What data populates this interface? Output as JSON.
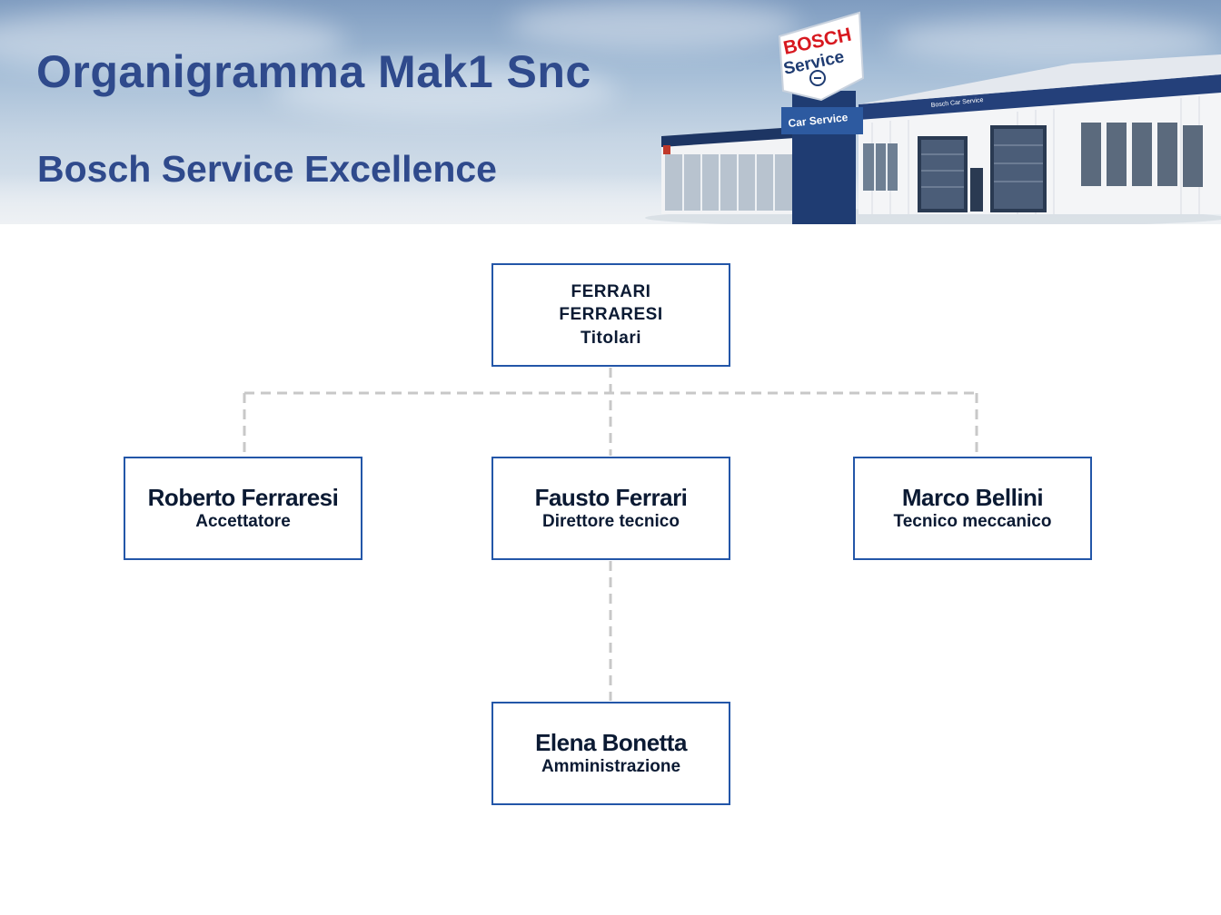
{
  "header": {
    "title": "Organigramma Mak1 Snc",
    "subtitle": "Bosch Service Excellence",
    "sign": {
      "brand": "BOSCH",
      "service": "Service",
      "car_service": "Car Service",
      "fascia": "Bosch Car Service"
    }
  },
  "org_chart": {
    "top": {
      "line1": "FERRARI",
      "line2": "FERRARESI",
      "role": "Titolari"
    },
    "left": {
      "name": "Roberto Ferraresi",
      "role": "Accettatore"
    },
    "center": {
      "name": "Fausto Ferrari",
      "role": "Direttore tecnico"
    },
    "right": {
      "name": "Marco Bellini",
      "role": "Tecnico meccanico"
    },
    "bottom": {
      "name": "Elena Bonetta",
      "role": "Amministrazione"
    }
  },
  "colors": {
    "title": "#2f4a8c",
    "box_border": "#2356a8",
    "connector": "#c8c8c8",
    "text": "#0b1a33"
  }
}
